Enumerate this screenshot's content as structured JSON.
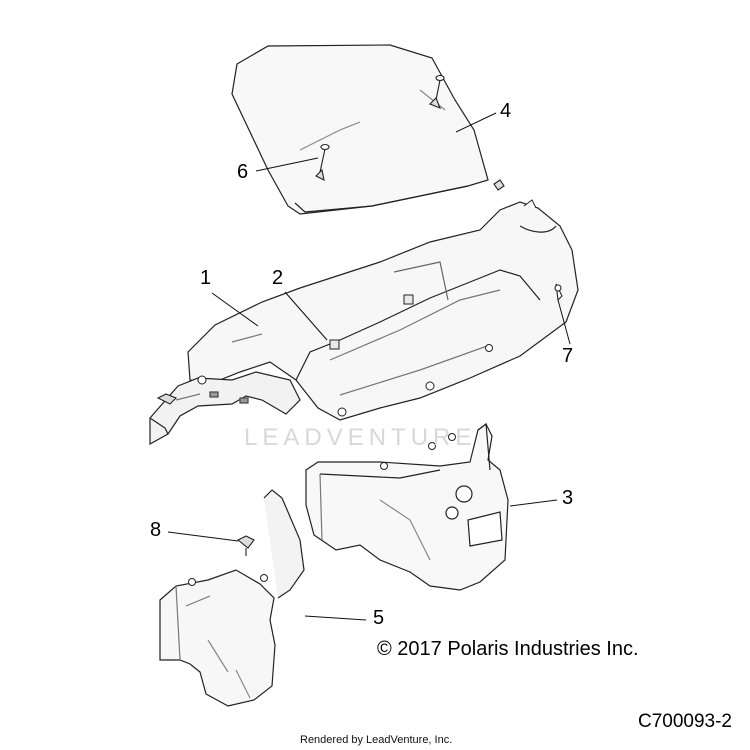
{
  "callouts": {
    "c1": "1",
    "c2": "2",
    "c3": "3",
    "c4": "4",
    "c5": "5",
    "c6": "6",
    "c7": "7",
    "c8": "8"
  },
  "copyright": "© 2017 Polaris Industries Inc.",
  "part_number": "C700093-2",
  "rendered_by": "Rendered by LeadVenture, Inc.",
  "watermark": "LEADVENTURE",
  "colors": {
    "line": "#222222",
    "part_fill": "#f7f7f7",
    "shade": "#e6e6e6",
    "watermark": "#d8d8d8"
  }
}
